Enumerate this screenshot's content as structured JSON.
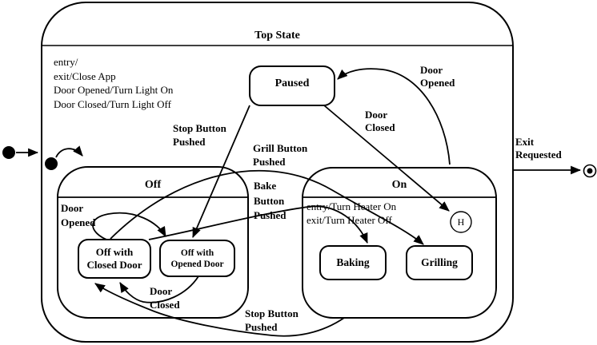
{
  "diagram": {
    "colors": {
      "stroke": "#000000",
      "background": "#ffffff"
    },
    "top_state": {
      "title": "Top State",
      "actions": [
        "entry/",
        "exit/Close App",
        "Door Opened/Turn Light On",
        "Door Closed/Turn Light Off"
      ]
    },
    "paused_state": {
      "title": "Paused"
    },
    "off_state": {
      "title": "Off",
      "substates": {
        "closed_door": {
          "line1": "Off with",
          "line2": "Closed Door"
        },
        "opened_door": {
          "line1": "Off with",
          "line2": "Opened Door"
        }
      }
    },
    "on_state": {
      "title": "On",
      "actions": [
        "entry/Turn Heater On",
        "exit/Turn Heater Off"
      ],
      "substates": {
        "baking": "Baking",
        "grilling": "Grilling"
      },
      "history_label": "H"
    },
    "transitions": {
      "door_opened_top": [
        "Door",
        "Opened"
      ],
      "door_closed_top": [
        "Door",
        "Closed"
      ],
      "stop_button_upper": [
        "Stop Button",
        "Pushed"
      ],
      "grill_button": [
        "Grill Button",
        "Pushed"
      ],
      "bake_button": [
        "Bake",
        "Button",
        "Pushed"
      ],
      "door_opened_off": [
        "Door",
        "Opened"
      ],
      "door_closed_off": [
        "Door",
        "Closed"
      ],
      "stop_button_lower": [
        "Stop Button",
        "Pushed"
      ],
      "exit_requested": [
        "Exit",
        "Requested"
      ]
    }
  }
}
